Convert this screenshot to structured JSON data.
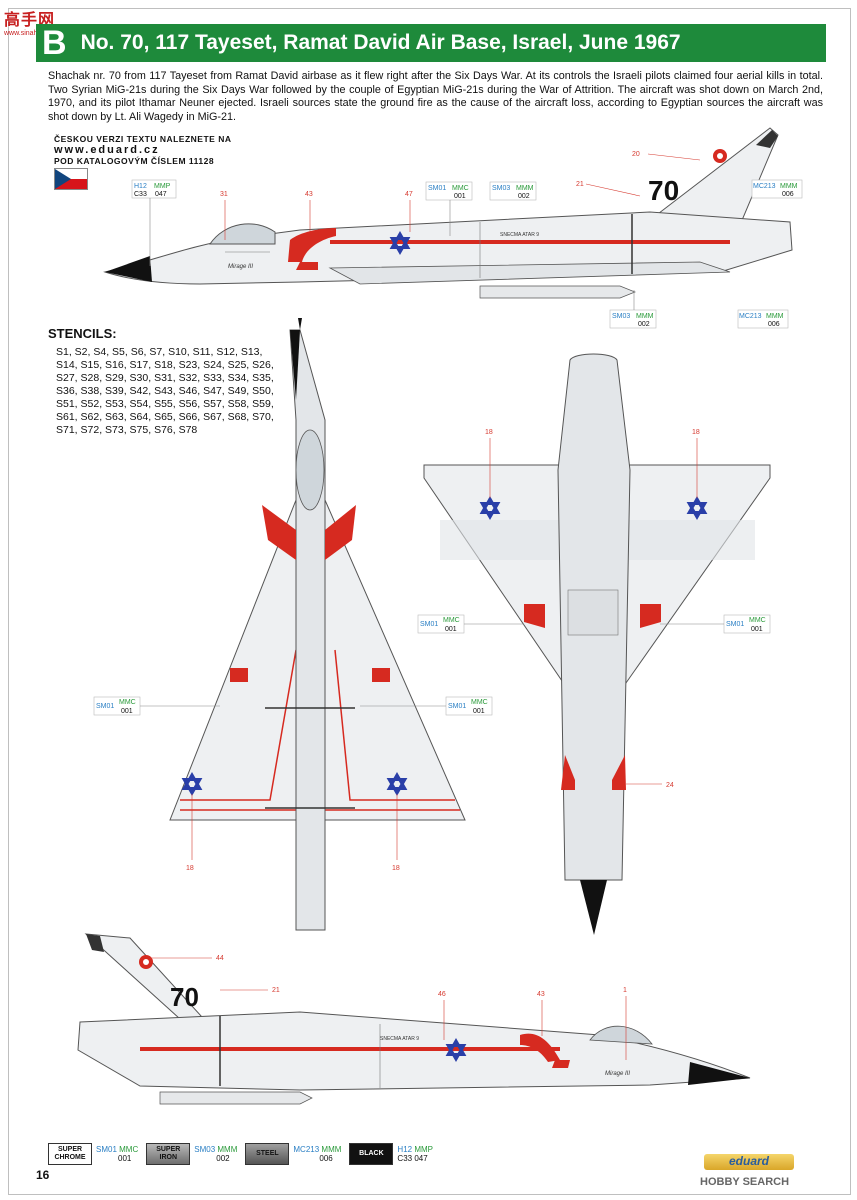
{
  "watermark": {
    "main": "高手网",
    "sub": "www.sinahobby.com"
  },
  "header": {
    "letter": "B",
    "title": "No. 70, 117 Tayeset, Ramat David Air Base, Israel, June 1967"
  },
  "intro_text": "Shachak nr. 70 from 117 Tayeset from Ramat David airbase as it flew right after the Six Days War. At its controls the Israeli pilots claimed four aerial kills in total. Two Syrian MiG-21s during the Six Days War followed by the couple of Egyptian MiG-21s during the War of Attrition. The aircraft was shot down on March 2nd, 1970, and its pilot Ithamar Neuner ejected. Israeli sources state the ground fire as the cause of the aircraft loss, according to Egyptian sources the aircraft was shot down by Lt. Ali Wagedy in MiG-21.",
  "czech": {
    "line1": "ČESKOU VERZI TEXTU NALEZNETE NA",
    "url": "www.eduard.cz",
    "line3": "POD KATALOGOVÝM ČÍSLEM 11128"
  },
  "stencils": {
    "title": "STENCILS:",
    "list": "S1, S2, S4, S5, S6, S7, S10, S11, S12, S13, S14, S15, S16, S17, S18, S23, S24, S25, S26, S27, S28, S29, S30, S31, S32, S33, S34, S35, S36, S38, S39, S42, S43, S46, S47, S49, S50, S51, S52, S53, S54, S55, S56, S57, S58, S59, S61, S62, S63, S64, S65, S66, S67, S68, S70, S71, S72, S73, S75, S76, S78"
  },
  "aircraft": {
    "number": "70",
    "engine_text": "SNECMA ATAR 9",
    "nose_art": "Mirage III"
  },
  "callouts": {
    "n20": "20",
    "n21": "21",
    "n31": "31",
    "n43": "43",
    "n47": "47",
    "n18": "18",
    "n24": "24",
    "n44": "44",
    "n46": "46",
    "n1": "1"
  },
  "paint_codes": {
    "h12": "H12",
    "c33": "C33",
    "mmp": "MMP",
    "n047": "047",
    "sm01": "SM01",
    "mmc": "MMC",
    "n001": "001",
    "sm03": "SM03",
    "mmm": "MMM",
    "n002": "002",
    "mc213": "MC213",
    "n006": "006"
  },
  "legend": [
    {
      "chip": "SUPER CHROME",
      "code1": "SM01",
      "code2": "MMC",
      "code3": "001",
      "bg": "#ffffff",
      "fg": "#111111"
    },
    {
      "chip": "SUPER IRON",
      "code1": "SM03",
      "code2": "MMM",
      "code3": "002",
      "bg": "#8a8a8a",
      "fg": "#111111"
    },
    {
      "chip": "STEEL",
      "code1": "MC213",
      "code2": "MMM",
      "code3": "006",
      "bg": "#6d6d6d",
      "fg": "#111111"
    },
    {
      "chip": "BLACK",
      "code1": "H12",
      "code2": "MMP",
      "code3": "047",
      "code0": "C33",
      "bg": "#111111",
      "fg": "#ffffff"
    }
  ],
  "page_number": "16",
  "brand": "eduard",
  "hobby_search": "HOBBY SEARCH",
  "colors": {
    "header_green": "#1e8a3b",
    "star_blue": "#2a3fa8",
    "stripe_red": "#d62a20"
  }
}
